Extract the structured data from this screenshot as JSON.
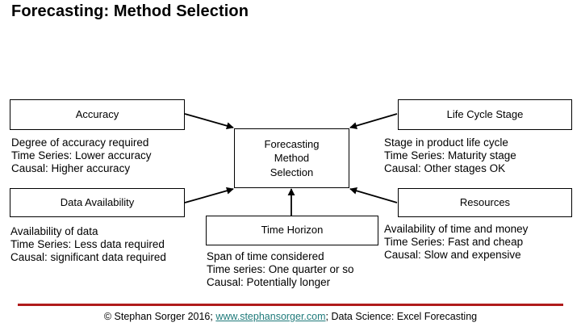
{
  "slide": {
    "title": "Forecasting: Method Selection"
  },
  "diagram": {
    "center": {
      "line1": "Forecasting",
      "line2": "Method",
      "line3": "Selection"
    },
    "nodes": {
      "accuracy": {
        "title": "Accuracy",
        "desc_line1": "Degree of accuracy required",
        "desc_line2": "Time Series: Lower accuracy",
        "desc_line3": "Causal: Higher accuracy"
      },
      "life_cycle_stage": {
        "title": "Life Cycle Stage",
        "desc_line1": "Stage in product life cycle",
        "desc_line2": "Time Series: Maturity stage",
        "desc_line3": "Causal: Other stages OK"
      },
      "data_availability": {
        "title": "Data Availability",
        "desc_line1": "Availability of data",
        "desc_line2": "Time Series: Less data required",
        "desc_line3": "Causal: significant data required"
      },
      "resources": {
        "title": "Resources",
        "desc_line1": "Availability of time and money",
        "desc_line2": "Time Series: Fast and cheap",
        "desc_line3": "Causal: Slow and expensive"
      },
      "time_horizon": {
        "title": "Time Horizon",
        "desc_line1": "Span of time considered",
        "desc_line2": "Time series: One quarter or so",
        "desc_line3": "Causal: Potentially longer"
      }
    }
  },
  "footer": {
    "copyright": "© Stephan Sorger 2016; ",
    "link": "www.stephansorger.com",
    "suffix": "; Data Science: Excel Forecasting"
  },
  "colors": {
    "rule": "#b01b1b",
    "link": "#1f7a7a",
    "stroke": "#000000",
    "background": "#ffffff"
  }
}
